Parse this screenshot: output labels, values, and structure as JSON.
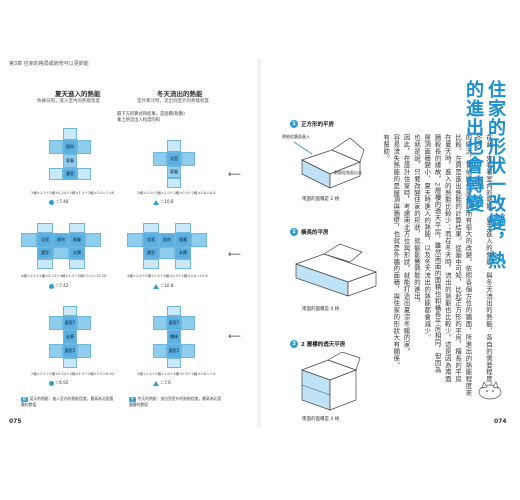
{
  "header": "第3章 住家的格局或裝修可以更節能",
  "pages": {
    "left": "075",
    "right": "074"
  },
  "left": {
    "summer": {
      "title": "夏天進入的熱能",
      "subtitle": "依據日照，進入室內的熱能程度"
    },
    "winter": {
      "title": "冬天流出的熱能",
      "subtitle": "室外寒冷時，流出到室外的熱能程度"
    },
    "note": "最下方的算式和結果，是面積(稅數)乘上熱流出入程度的和",
    "rooms": {
      "kitchen": "廚房",
      "living": "客廳",
      "bath": "浴室",
      "bed": "寢室",
      "bed1": "寢室1",
      "bed2": "寢室2",
      "entry": "玄關",
      "hall": "走廊",
      "stair": "樓梯"
    },
    "rows": [
      {
        "summer_formula": "2格×1.2＋2格×0.24＋2格×1.5＋2格×2.0＝7.48",
        "summer_result": "＝7.48",
        "winter_formula": "2格×1.0＋2格×1.0＋2格×0.5＋2格×0.8＝6.6",
        "winter_result": "＝10.8"
      },
      {
        "summer_formula": "4格×1.2＋2格×0.24＋4格×1.5＋2格×2.0＝10.28",
        "summer_result": "＝7.42",
        "winter_formula": "4格×1.0＋2格×1.0＋4格×0.5＋2格×0.8＝10.6",
        "winter_result": "＝10.8"
      },
      {
        "summer_formula": "2格×1.2＋2格×0.24＋4格×1.5＋2格×2.0＝6.92",
        "summer_result": "＝6.92",
        "winter_formula": "2格×1.0＋2格×1.0＋4格×0.5＋2格×0.8＝7.6",
        "winter_result": "＝7.6"
      }
    ],
    "legend_summer": "夏天的熱能：進入室內的熱能程度，最高為北面牆體的數值",
    "legend_winter": "冬天的熱能：流出到室外的熱能程度，最高為北面牆體的數值"
  },
  "right": {
    "title": "住家的形狀一改變，熱的進出也會轉變",
    "shapes": [
      {
        "label": "正方形的平房",
        "caption": "南面的面積是 2 格",
        "in_label": "熱能從牆面進入",
        "out_label": "熱能從南面出去"
      },
      {
        "label": "橫長的平房",
        "caption": "南面的面積是 4 格"
      },
      {
        "label": "2 層樓的透天平房",
        "caption": "南面的面積是 4 格"
      }
    ],
    "body": [
      "在此，來看看室內的熱能，夏天進入的熱能，與冬天流出的熱能，各自的需要程度，跟冬天",
      "的情況，會依據住家形狀而有很大的改變。依照各個方位的牆面，所進出的熱能程度來",
      "比較。左頁是進出熱能的計算結果。從圖中可知，比起正方形的平房，橫長的平房",
      "在夏天時，進入的熱能比較少；而在冬天時，流出的熱能也比較少。這是因為南面",
      "牆較長的緣故。2層樓的透天平房，雖然南面的面積也和橫長平房相同，但因為",
      "屋頂面積變小，夏天時進入的熱能，以及冬天流出的熱能都會減少。",
      "也就是說，只要改變住家的形狀，就能影響熱能的進出。",
      "因此，在設計住家時，考慮南北方位與形狀，就能打造出夏涼冬暖的家。",
      "容易流失熱能的是屋頂與牆壁，也就是外牆的面積，與住家的形狀大有關係。",
      "有幫助。"
    ]
  }
}
